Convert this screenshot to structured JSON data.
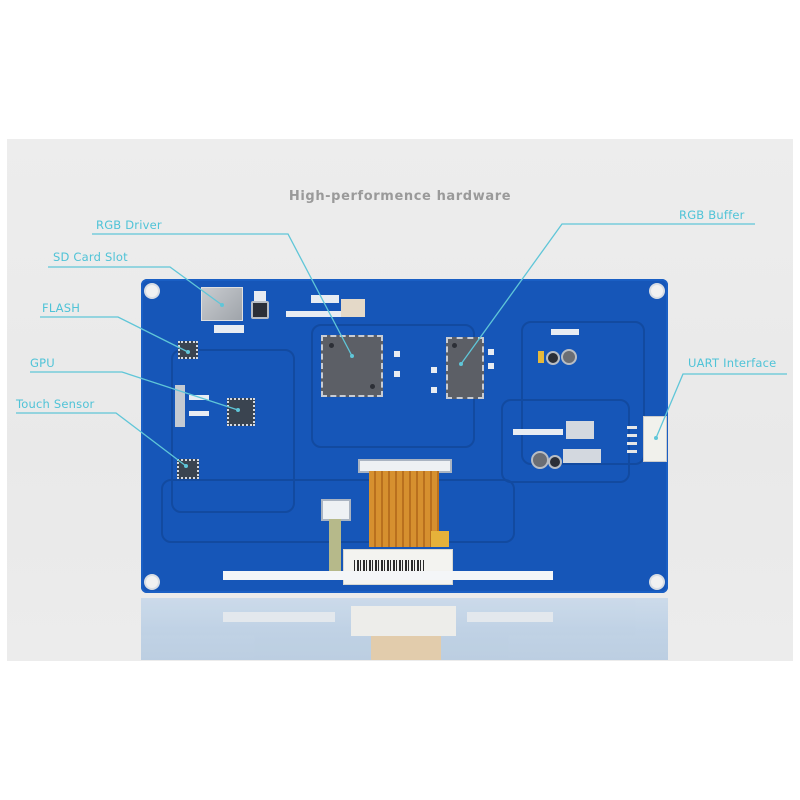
{
  "diagram": {
    "title": "High-performence hardware",
    "subject": "LCD display module PCB (back side)",
    "callouts": {
      "rgb_driver": "RGB Driver",
      "sd_card_slot": "SD Card Slot",
      "flash": "FLASH",
      "gpu": "GPU",
      "touch_sensor": "Touch Sensor",
      "rgb_buffer": "RGB Buffer",
      "uart_interface": "UART Interface"
    },
    "colors": {
      "callout_text": "#4fc3d7",
      "leader_line": "#5fc6d8",
      "pcb_blue": "#1656b8",
      "panel_background": "#ececec",
      "title_text": "#9a9a9a"
    }
  }
}
